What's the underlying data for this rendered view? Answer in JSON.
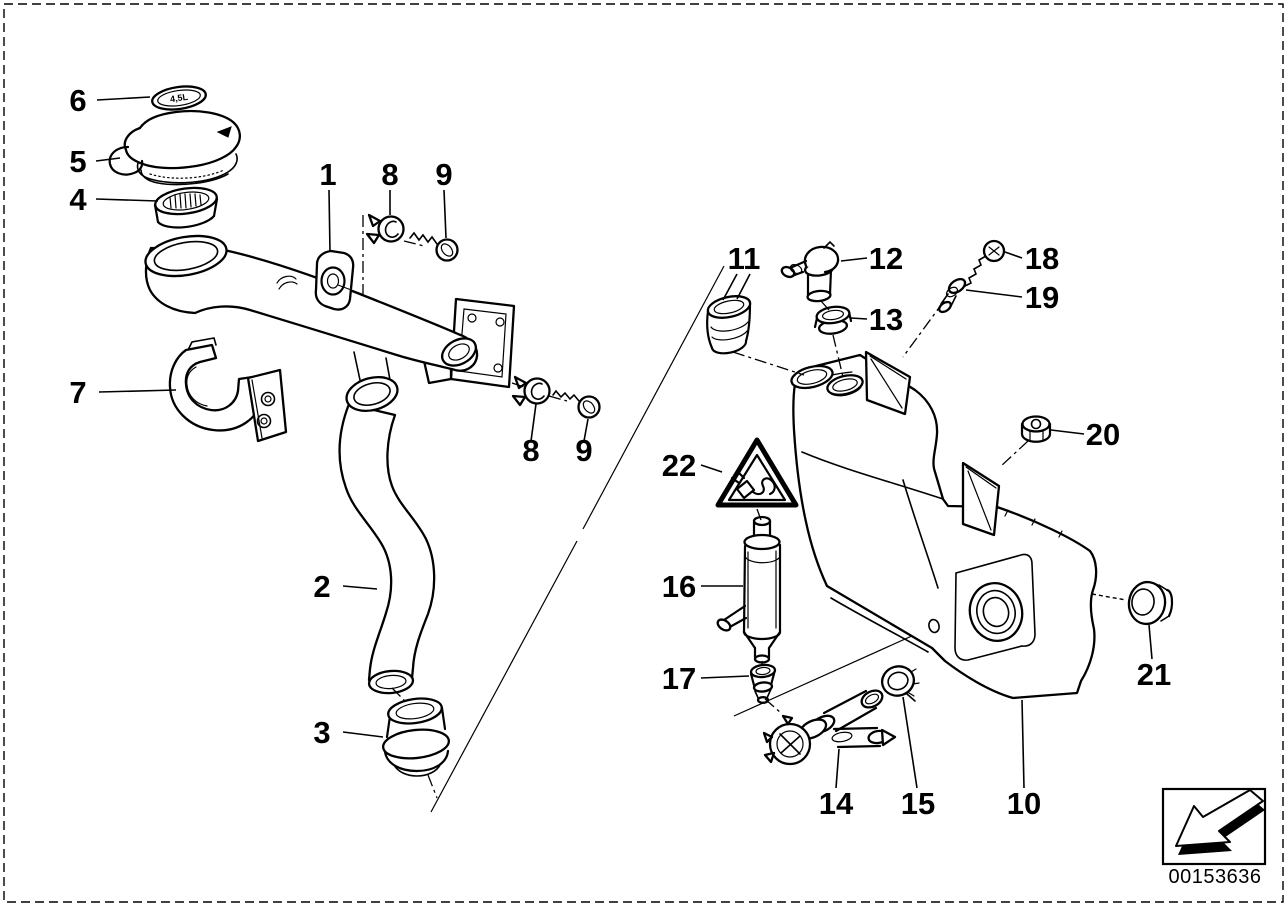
{
  "colors": {
    "ink": "#000000",
    "paper": "#ffffff"
  },
  "badge": {
    "text": "4,5L"
  },
  "callouts": {
    "c1": "1",
    "c2": "2",
    "c3": "3",
    "c4": "4",
    "c5": "5",
    "c6": "6",
    "c7": "7",
    "c8a": "8",
    "c8b": "8",
    "c9a": "9",
    "c9b": "9",
    "c10": "10",
    "c11": "11",
    "c12": "12",
    "c13": "13",
    "c14": "14",
    "c15": "15",
    "c16": "16",
    "c17": "17",
    "c18": "18",
    "c19": "19",
    "c20": "20",
    "c21": "21",
    "c22": "22"
  },
  "footer": {
    "doc_number": "00153636",
    "icon": "3d-arrow-down-left"
  }
}
